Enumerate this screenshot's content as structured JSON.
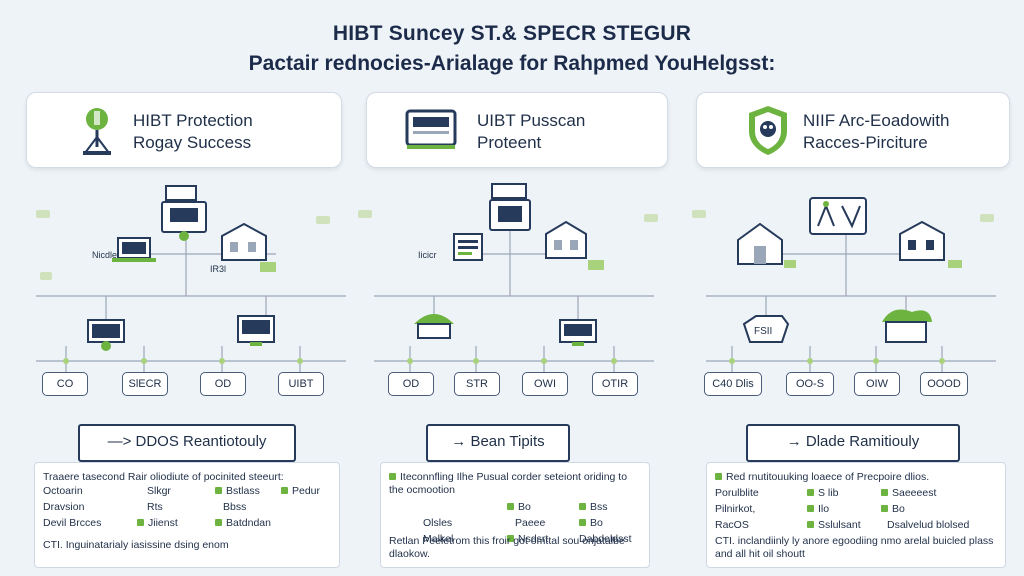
{
  "header": {
    "title_line1": "HIBT Suncey ST.& SPECR STEGUR",
    "title_line2": "Pactair rednocies-Arialage for Rahpmed YouHelgsst:"
  },
  "colors": {
    "navy": "#263a5b",
    "green": "#6cb33f",
    "light_green": "#a8d27c",
    "line": "#9aa7b8"
  },
  "cards": [
    {
      "line1": "HIBT Protection",
      "line2": "Rogay Success",
      "icon": "tower-icon"
    },
    {
      "line1": "UIBT Pusscan",
      "line2": "Proteent",
      "icon": "monitor-icon"
    },
    {
      "line1": "NIIF Arc-Eoadowith",
      "line2": "Racces-Pirciture",
      "icon": "shield-icon"
    }
  ],
  "diagrams": [
    {
      "tags": [
        "Nicdle",
        "IR3l"
      ],
      "pills": [
        "CO",
        "SlECR",
        "OD",
        "UIBT"
      ]
    },
    {
      "tags": [
        "Iicicr"
      ],
      "pills": [
        "OD",
        "STR",
        "OWI",
        "OTIR"
      ]
    },
    {
      "tags": [
        "FSII"
      ],
      "pills": [
        "C40 Dlis",
        "OO-S",
        "OIW",
        "OOOD"
      ]
    }
  ],
  "callouts": [
    "—> DDOS Reantiotouly",
    "→ Bean Tipits",
    "→ Dlade Ramitiouly"
  ],
  "panels": [
    {
      "head": "Traaere tasecond Rair oliodiute of pocinited steeurt:",
      "rows": [
        [
          "Octoarin",
          "Slkgr",
          "Bstlass",
          "Pedur"
        ],
        [
          "Dravsion",
          "Rts",
          "Bbss",
          ""
        ],
        [
          "Devil Brcces",
          "Jiienst",
          "Batdndan",
          ""
        ]
      ],
      "foot": "CTI. Inguinatarialy iasissine dsing enom"
    },
    {
      "head": "Iteconnfling Ilhe Pusual corder seteiont oriding to the ocmootion",
      "rows": [
        [
          "",
          "Bo",
          "Bss",
          ""
        ],
        [
          "Olsles",
          "Paeee",
          "Bo",
          ""
        ],
        [
          "Malkel",
          "Nsdsrt",
          "Dabdeldsst",
          ""
        ]
      ],
      "foot": "Retlan Peeletrom this froir got omttal sou onjatalbe dlaokow."
    },
    {
      "head": "Red rnutitouuking loaece of Precpoire dlios.",
      "rows": [
        [
          "Porulblite",
          "S lib",
          "Saeeeest",
          ""
        ],
        [
          "Pilnirkot,",
          "Ilo",
          "Bo",
          ""
        ],
        [
          "RacOS",
          "Sslulsant",
          "Dsalvelud blolsed",
          ""
        ]
      ],
      "foot": "CTI. inclandiinly ly anore egoodiing nmo arelal buicled plass and all hit oil shoutt"
    }
  ]
}
